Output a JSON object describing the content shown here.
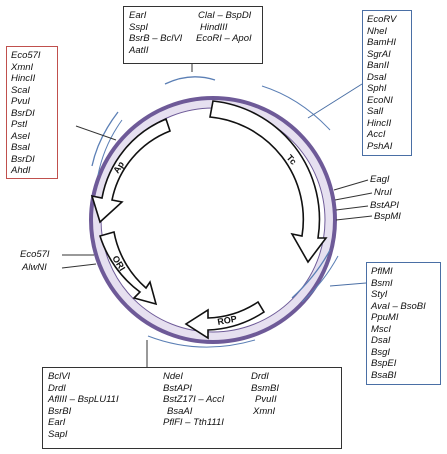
{
  "colors": {
    "ring_fill": "#e6e0f0",
    "ring_stroke": "#6e5a98",
    "arc_blue": "#5b7fb5",
    "box_red": "#c0504d",
    "box_blue": "#4a6fa5"
  },
  "genes": {
    "ap": "Ap",
    "tc": "Tc",
    "ori": "ORI",
    "rop": "ROP"
  },
  "boxes": {
    "top": {
      "left": [
        "EarI",
        "SspI",
        "BsrB – BclVI",
        "AatII"
      ],
      "right": [
        "ClaI – BspDI",
        "HindIII",
        "EcoRI – ApoI"
      ]
    },
    "top_right": [
      "EcoRV",
      "NheI",
      "BamHI",
      "SgrAI",
      "BanII",
      "DsaI",
      "SphI",
      "EcoNI",
      "SalI",
      "HincII",
      "AccI",
      "PshAI"
    ],
    "left": [
      "Eco57I",
      "XmnI",
      "HincII",
      "ScaI",
      "PvuI",
      "BsrDI",
      "PstI",
      "AseI",
      "BsaI",
      "BsrDI",
      "AhdI"
    ],
    "right_bottom": [
      "PflMI",
      "BsmI",
      "StyI",
      "AvaI – BsoBI",
      "PpuMI",
      "MscI",
      "DsaI",
      "BsgI",
      "BspEI",
      "BsaBI"
    ],
    "bottom": {
      "col1": [
        "BclVI",
        "DrdI",
        "AflIII – BspLU11I",
        "BsrBI",
        "EarI",
        "SapI"
      ],
      "col2": [
        "NdeI",
        "BstAPI",
        "BstZ17I – AccI",
        "BsaAI",
        "PflFI – Tth111I"
      ],
      "col3": [
        "DrdI",
        "BsmBI",
        "PvuII",
        "XmnI"
      ]
    }
  },
  "single_sites": {
    "right": [
      "EagI",
      "NruI",
      "BstAPI",
      "BspMI"
    ],
    "left": [
      "Eco57I",
      "AlwNI"
    ]
  }
}
